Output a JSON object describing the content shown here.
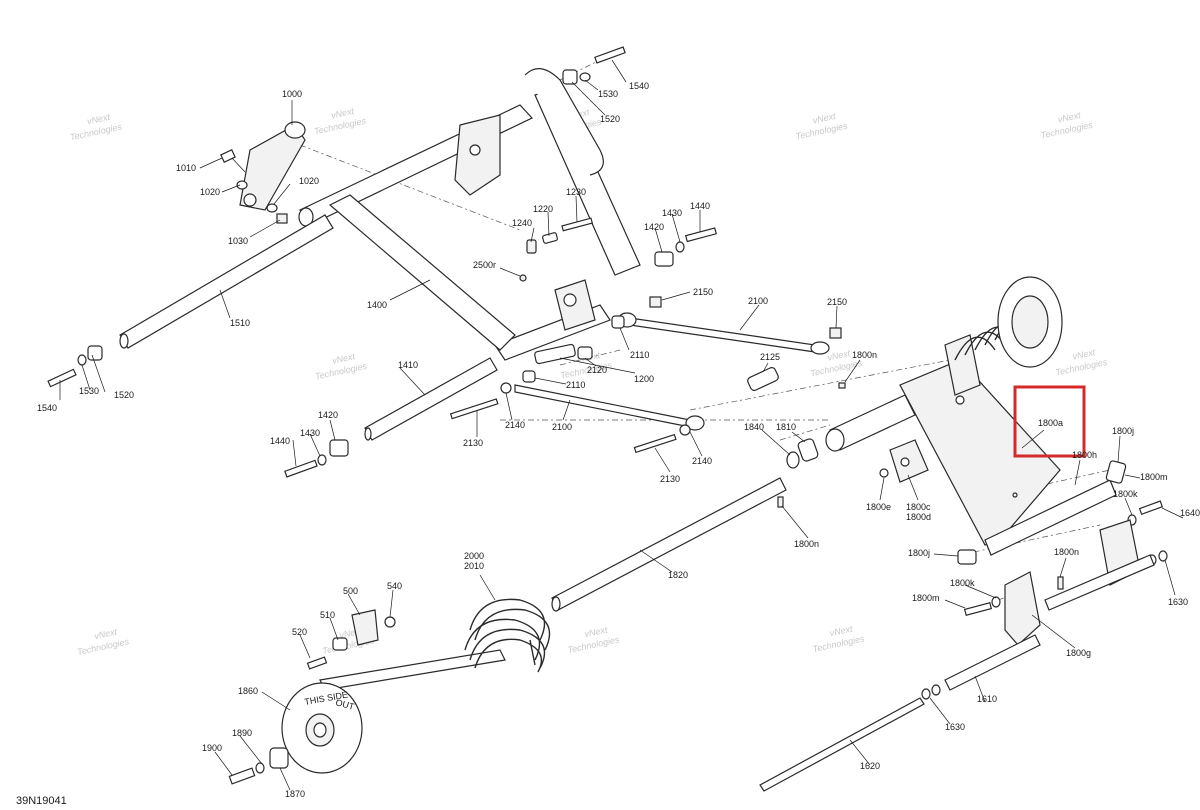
{
  "document": {
    "number": "39N19041"
  },
  "watermark": {
    "line1": "vNext",
    "line2": "Technologies"
  },
  "highlight": {
    "label": "1800a",
    "color": "#d42a2a"
  },
  "labels": {
    "l1000": "1000",
    "l1010": "1010",
    "l1020a": "1020",
    "l1020b": "1020",
    "l1030": "1030",
    "l1540a": "1540",
    "l1530a": "1530",
    "l1520a": "1520",
    "l1540b": "1540",
    "l1530b": "1530",
    "l1520b": "1520",
    "l1230": "1230",
    "l1220": "1220",
    "l1240": "1240",
    "l1430a": "1430",
    "l1440a": "1440",
    "l1420a": "1420",
    "l1510": "1510",
    "l1400": "1400",
    "l2500r": "2500r",
    "l2150a": "2150",
    "l2100a": "2100",
    "l2150b": "2150",
    "l2110a": "2110",
    "l2120": "2120",
    "l1200": "1200",
    "l2110b": "2110",
    "l1410": "1410",
    "l1420b": "1420",
    "l1440b": "1440",
    "l1430b": "1430",
    "l2130a": "2130",
    "l2140a": "2140",
    "l2100b": "2100",
    "l2140b": "2140",
    "l2130b": "2130",
    "l2125": "2125",
    "l1840": "1840",
    "l1810": "1810",
    "l1800n_a": "1800n",
    "l1800a": "1800a",
    "l1800j_a": "1800j",
    "l1800h": "1800h",
    "l1800m_a": "1800m",
    "l1800k_a": "1800k",
    "l1640": "1640",
    "l1800e": "1800e",
    "l1800c": "1800c",
    "l1800d": "1800d",
    "l1800n_b": "1800n",
    "l1800j_b": "1800j",
    "l1800n_c": "1800n",
    "l1800k_b": "1800k",
    "l1630a": "1630",
    "l1800m_b": "1800m",
    "l1800g": "1800g",
    "l1820": "1820",
    "l2000": "2000",
    "l2010": "2010",
    "l500": "500",
    "l540": "540",
    "l510": "510",
    "l520": "520",
    "l1860": "1860",
    "l1890": "1890",
    "l1900": "1900",
    "l1870": "1870",
    "l1610": "1610",
    "l1630b": "1630",
    "l1620": "1620"
  },
  "wheel_text": {
    "line1": "THIS SIDE",
    "line2": "OUT"
  }
}
